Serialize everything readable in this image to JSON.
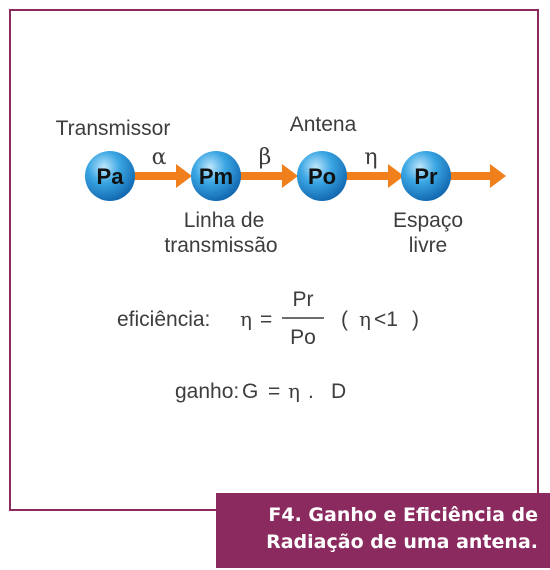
{
  "labels": {
    "transmitter": "Transmissor",
    "antenna": "Antena",
    "line_1": "Linha de",
    "line_2": "transmissão",
    "space_1": "Espaço",
    "space_2": "livre"
  },
  "nodes": [
    {
      "label": "Pa"
    },
    {
      "label": "Pm"
    },
    {
      "label": "Po"
    },
    {
      "label": "Pr"
    }
  ],
  "greek": {
    "alpha": "α",
    "beta": "β",
    "eta": "η"
  },
  "efficiency": {
    "label": "eficiência:",
    "eta": "η",
    "equals": "=",
    "numerator": "Pr",
    "denominator": "Po",
    "condition_open": "(",
    "condition_eta": "η",
    "condition_rest": "<1",
    "condition_close": ")"
  },
  "gain": {
    "label": "ganho:",
    "symbol": "G",
    "equals": "=",
    "eta": "η",
    "dot": ".",
    "directivity": "D"
  },
  "caption": {
    "line1": "F4. Ganho e Eficiência de",
    "line2": "Radiação de uma antena."
  },
  "colors": {
    "frame": "#8a2a5e",
    "arrow": "#f07f1c",
    "node_light": "#bfe6fb",
    "node_mid": "#3aa6e3",
    "node_dark": "#1268b0",
    "text": "#3d3d3d"
  }
}
